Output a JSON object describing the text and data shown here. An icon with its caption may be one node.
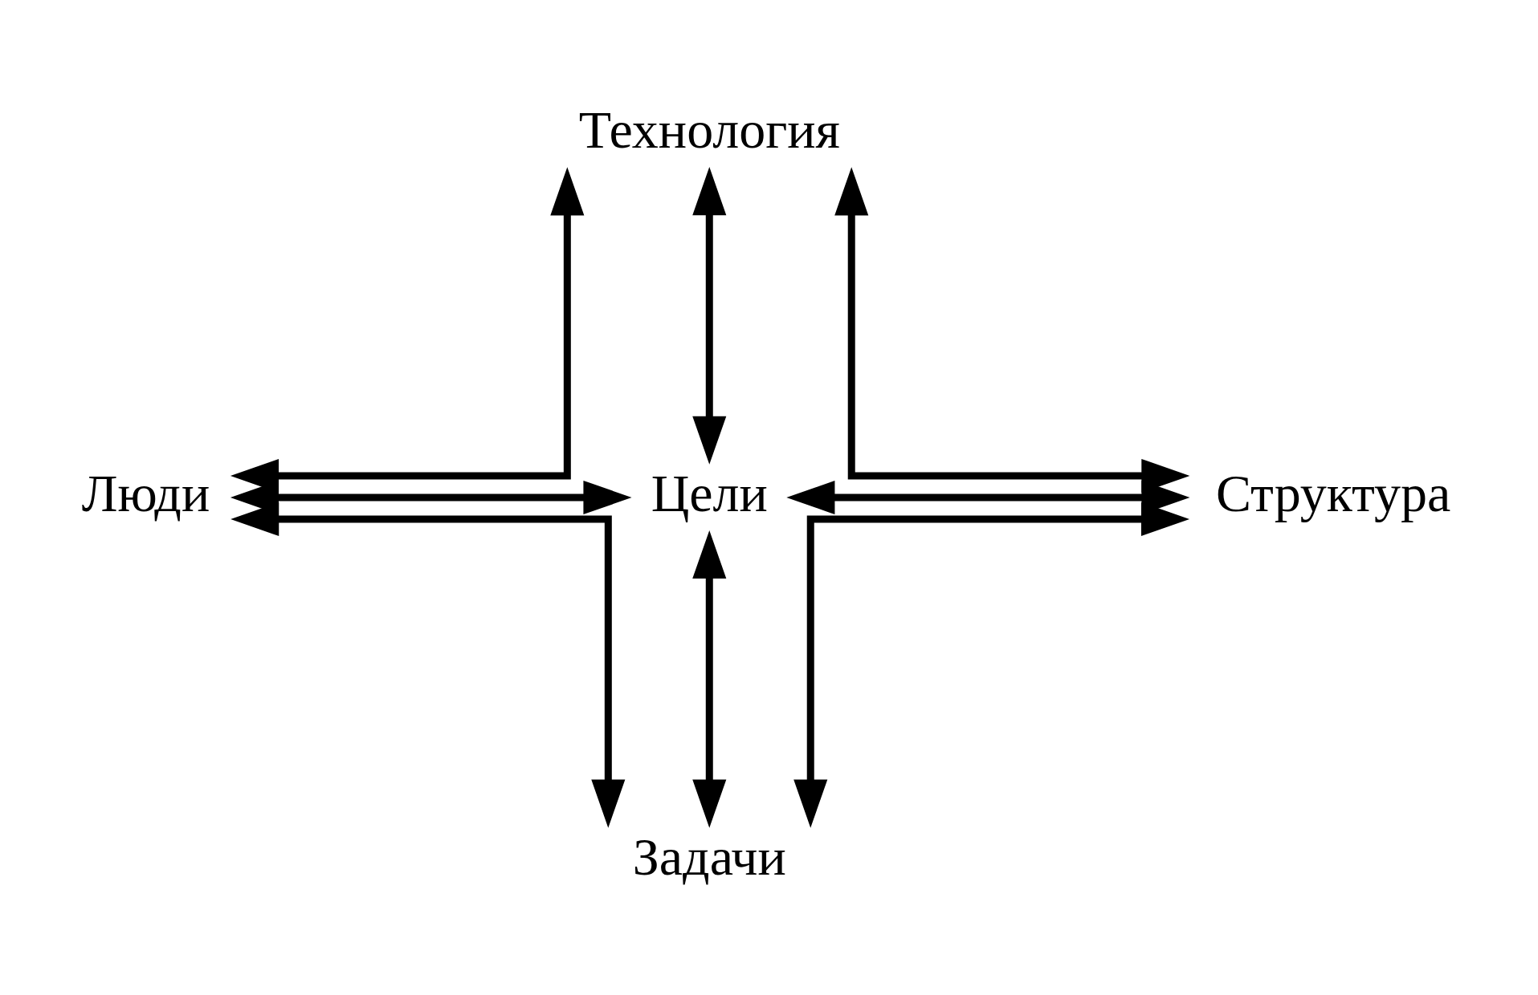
{
  "diagram": {
    "nodes": [
      {
        "text": [
          "Технология"
        ]
      },
      {
        "text": [
          "Люди"
        ]
      },
      {
        "text": [
          "Цели"
        ]
      },
      {
        "text": [
          "Структура"
        ]
      },
      {
        "text": [
          "Задачи"
        ]
      }
    ],
    "edges": [
      {
        "from": 0,
        "to": 1,
        "arrow": "both"
      },
      {
        "from": 0,
        "to": 3,
        "arrow": "both"
      },
      {
        "from": 0,
        "to": 2,
        "arrow": "both"
      },
      {
        "from": 1,
        "to": 2,
        "arrow": "both"
      },
      {
        "from": 2,
        "to": 3,
        "arrow": "both"
      },
      {
        "from": 2,
        "to": 4,
        "arrow": "both"
      },
      {
        "from": 1,
        "to": 4,
        "arrow": "both"
      },
      {
        "from": 3,
        "to": 4,
        "arrow": "both"
      }
    ]
  }
}
